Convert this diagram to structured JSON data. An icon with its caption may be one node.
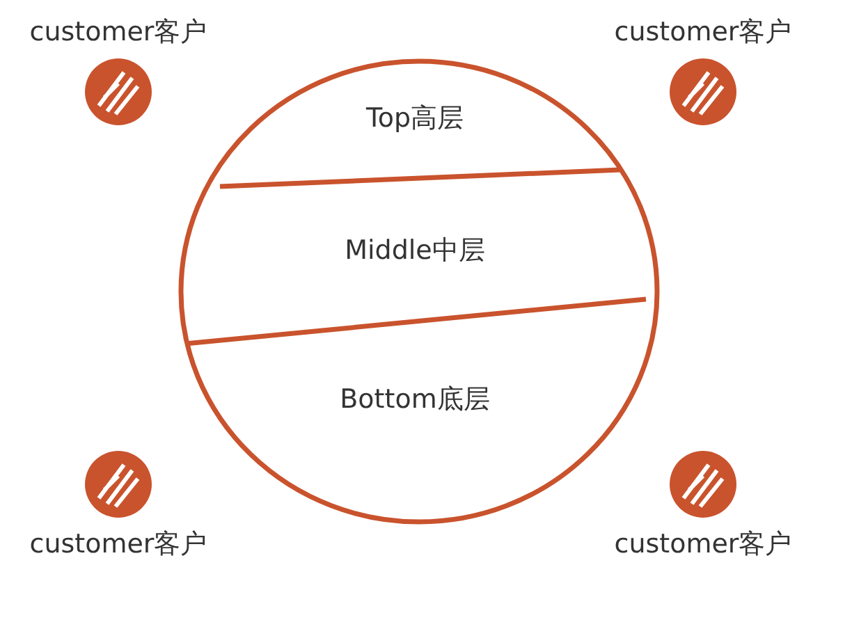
{
  "diagram": {
    "nodes": [
      {
        "text": [],
        "shape": "circle"
      },
      {
        "text": [
          "Top高层"
        ],
        "in": 0
      },
      {
        "text": [
          "Middle中层"
        ],
        "in": 0
      },
      {
        "text": [
          "Bottom底层"
        ],
        "in": 0
      },
      {
        "text": [
          "customer客户"
        ]
      },
      {
        "text": [
          "customer客户"
        ]
      },
      {
        "text": [
          "customer客户"
        ]
      },
      {
        "text": [
          "customer客户"
        ]
      }
    ]
  }
}
